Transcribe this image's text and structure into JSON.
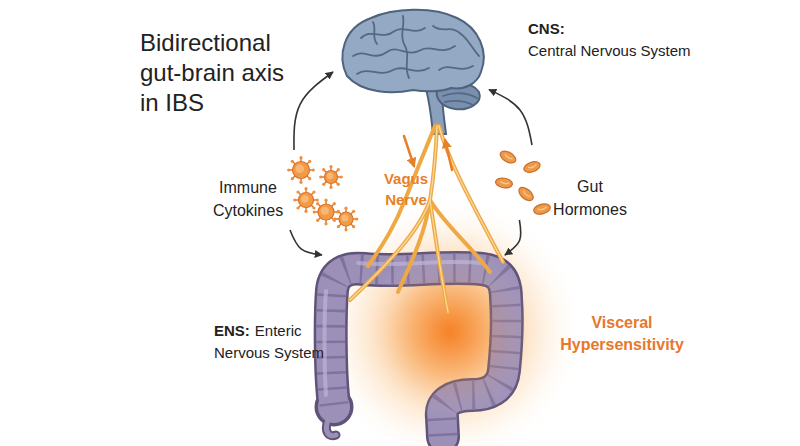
{
  "diagram": {
    "title": "Bidirectional gut-brain axis in IBS",
    "nodes": [
      {
        "text": [
          "CNS:",
          "Central Nervous System"
        ]
      },
      {
        "text": [
          "Immune Cytokines"
        ]
      },
      {
        "text": [
          "Gut Hormones"
        ]
      },
      {
        "text": [
          "ENS:",
          "Enteric Nervous System"
        ]
      }
    ],
    "edges": [
      {
        "from": 1,
        "to": 0,
        "arrow": "to"
      },
      {
        "from": 1,
        "to": 3,
        "arrow": "to"
      },
      {
        "from": 2,
        "to": 0,
        "arrow": "to"
      },
      {
        "from": 2,
        "to": 3,
        "arrow": "to"
      }
    ],
    "labels": [
      "Vagus Nerve",
      "Visceral Hypersensitivity"
    ]
  }
}
